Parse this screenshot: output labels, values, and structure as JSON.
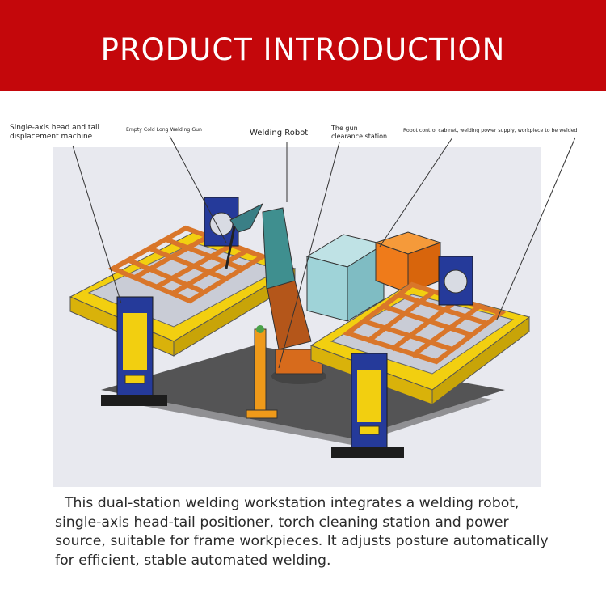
{
  "banner": {
    "title": "PRODUCT INTRODUCTION",
    "background": "#c4070b"
  },
  "diagram": {
    "labels": {
      "head_tail": [
        "Single-axis head and tail",
        "displacement machine"
      ],
      "gun": "Empty Cold Long Welding Gun",
      "robot": "Welding Robot",
      "clearance": [
        "The gun",
        "clearance station"
      ],
      "cabinet": "Robot control cabinet, welding power supply, workpiece to be welded"
    },
    "colors": {
      "frame_orange": "#d9762a",
      "base_yellow": "#f2cf10",
      "column_blue": "#253a9a",
      "robot_orange": "#d76b1c",
      "cabinet_cyan": "#9fd3d8",
      "power_orange": "#ef7b1a"
    }
  },
  "description": [
    "This dual-station welding workstation integrates a welding robot,",
    "single-axis head-tail positioner, torch cleaning station and power",
    "source, suitable for frame workpieces. It adjusts posture automatically",
    "for efficient, stable automated welding."
  ]
}
